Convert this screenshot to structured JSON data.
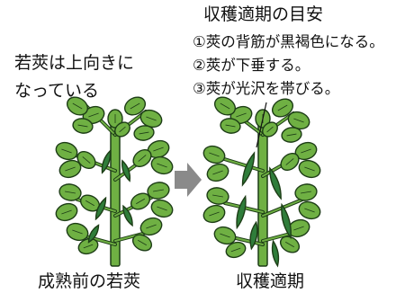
{
  "harvest_section": {
    "heading": "収穫適期の目安",
    "criteria": [
      "①莢の背筋が黒褐色になる。",
      "②莢が下垂する。",
      "③莢が光沢を帯びる。"
    ]
  },
  "young_pod_note": [
    "若莢は上向きに",
    "なっている"
  ],
  "captions": {
    "before": "成熟前の若莢",
    "after": "収穫適期"
  },
  "colors": {
    "leaf": "#6fb043",
    "pod": "#2f7d3a",
    "outline": "#1d3d16",
    "arrow": "#8a8a8a"
  }
}
